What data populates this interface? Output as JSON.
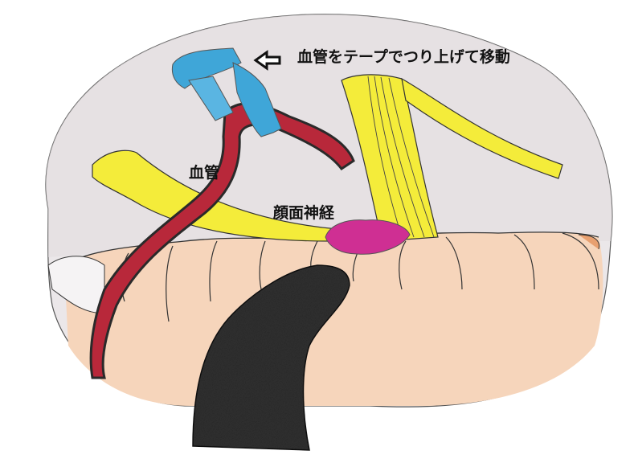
{
  "diagram": {
    "type": "hand-drawn surgical illustration",
    "labels": {
      "tape_lift": "血管をテープでつり上げて移動",
      "vessel": "血管",
      "facial_nerve": "顔面神経"
    },
    "elements": [
      {
        "name": "tape",
        "color": "#3fa6d8"
      },
      {
        "name": "blood-vessel",
        "color": "#b8283a"
      },
      {
        "name": "facial-nerve",
        "color": "#f2e832"
      },
      {
        "name": "nerve-bundle",
        "color": "#f2e832"
      },
      {
        "name": "root-exit-zone",
        "color": "#c8288a"
      },
      {
        "name": "brainstem",
        "color": "#f3c7a3"
      },
      {
        "name": "retractor",
        "color": "#2b2b2b"
      },
      {
        "name": "background-field",
        "color": "#e8e4e6"
      }
    ],
    "arrow": {
      "direction": "left",
      "points_to": "tape"
    }
  }
}
